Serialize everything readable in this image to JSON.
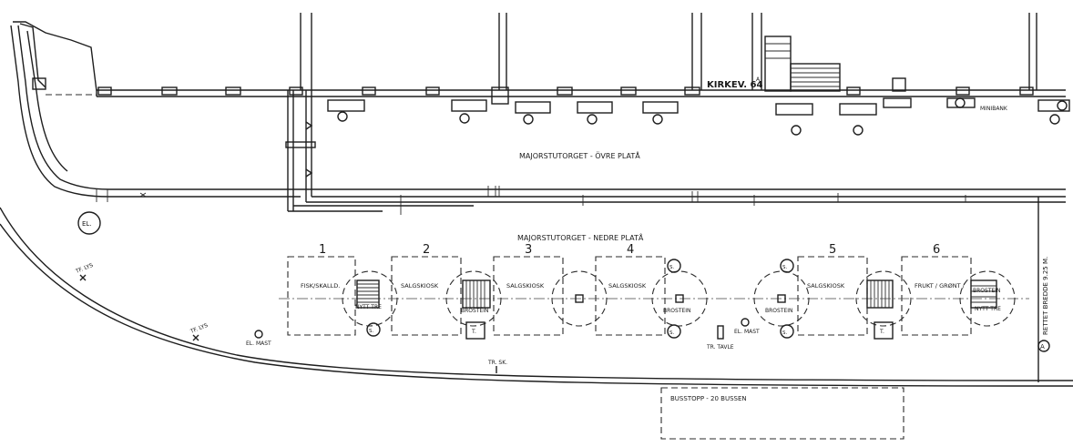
{
  "labels": {
    "kirkev": "KIRKEV. 64",
    "kirkev_sup": "A",
    "minibank": "MINIBANK",
    "ovre_plata": "MAJORSTUTORGET - ÖVRE PLATÅ",
    "nedre_plata": "MAJORSTUTORGET - NEDRE PLATÅ",
    "el": "EL.",
    "tf_lys_1": "TF. LYS",
    "tf_lys_2": "TF. LYS",
    "el_mast_1": "EL. MAST",
    "el_mast_2": "EL. MAST",
    "tr_sk": "TR. SK.",
    "tr_tavle": "TR. TAVLE",
    "busstopp": "BUSSTOPP - 20 BUSSEN",
    "rettet_bredde": "RETTET BREDDE 9.25 M.",
    "rettet_circle": "A"
  },
  "stands": [
    {
      "num": "1",
      "label": "FISK/SKALLD."
    },
    {
      "num": "2",
      "label": "SALGSKIOSK"
    },
    {
      "num": "3",
      "label": "SALGSKIOSK"
    },
    {
      "num": "4",
      "label": "SALGSKIOSK"
    },
    {
      "num": "5",
      "label": "SALGSKIOSK"
    },
    {
      "num": "6",
      "label": "FRUKT / GRØNT / "
    }
  ],
  "trees": {
    "nytt_tre_1": "NYTT TRE",
    "brostein_1": "BROSTEIN",
    "brostein_2": "BROSTEIN",
    "brostein_3": "BROSTEIN",
    "brostein_4": "BROSTEIN",
    "nytt_tre_2": "NYTT TRE"
  },
  "small_marks": {
    "s": "S.",
    "t": "T."
  }
}
